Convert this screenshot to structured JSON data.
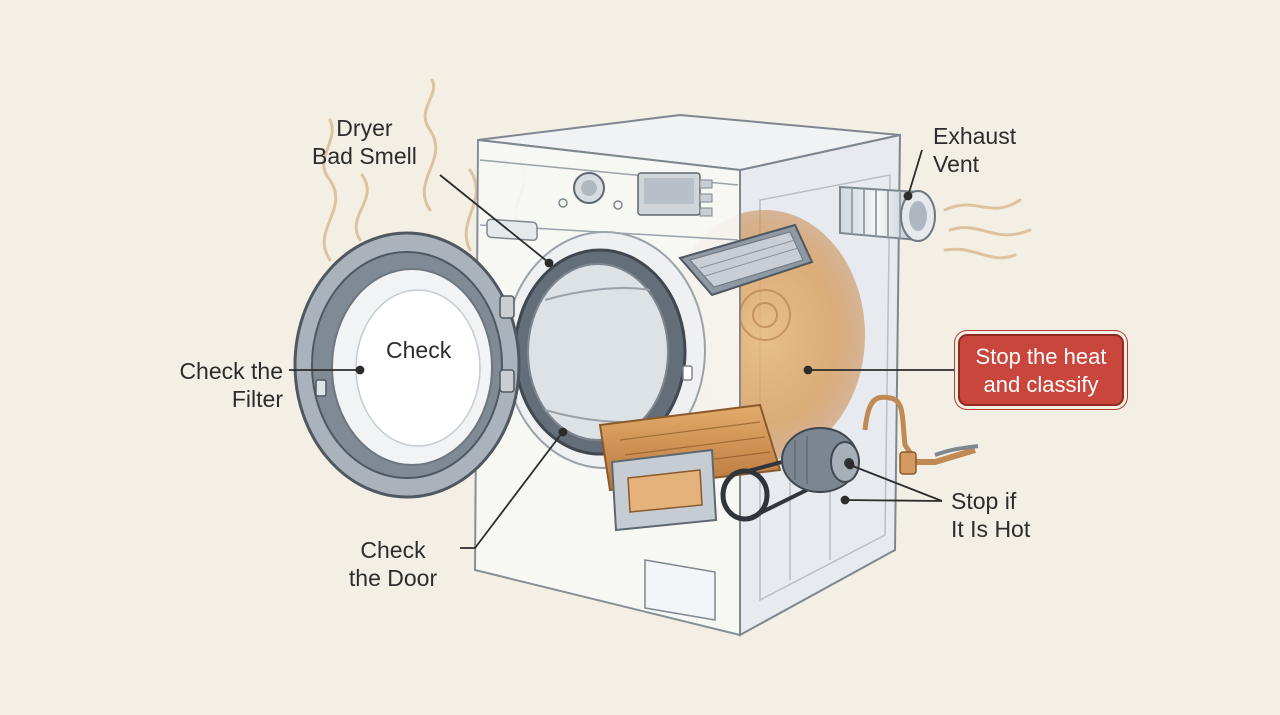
{
  "labels": {
    "bad_smell": [
      "Dryer",
      "Bad Smell"
    ],
    "exhaust_vent": [
      "Exhaust",
      "Vent"
    ],
    "check_filter": [
      "Check the",
      "Filter"
    ],
    "check_inside": "Check",
    "check_door": [
      "Check",
      "the Door"
    ],
    "stop_heat": [
      "Stop the heat",
      "and classify"
    ],
    "stop_hot": [
      "Stop if",
      "It Is Hot"
    ]
  },
  "colors": {
    "background": "#f3efe4",
    "ink": "#2c2c2c",
    "alert_badge": "#c8463c",
    "heat_glow": "#d89a55"
  },
  "icons": [
    "dryer-illustration",
    "odor-wisp-icon",
    "exhaust-duct-icon",
    "motor-icon",
    "heating-element-icon"
  ]
}
